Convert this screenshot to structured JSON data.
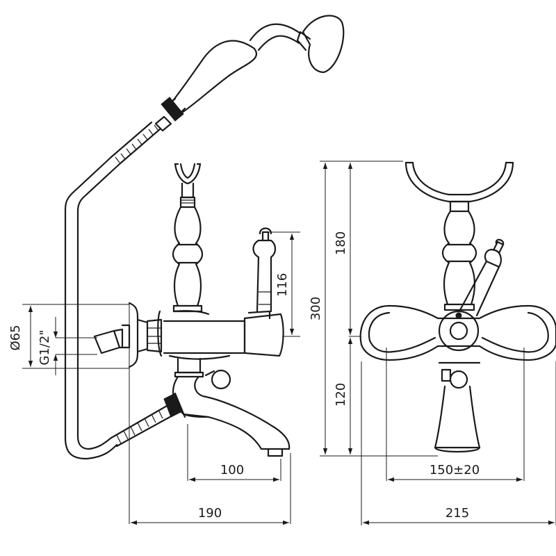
{
  "dimensions": {
    "shower_head_diameter": "Ø65",
    "inlet_thread": "G1/2\"",
    "lever_height": "116",
    "overall_height": "300",
    "upper_height": "180",
    "lower_height": "120",
    "spout_reach": "100",
    "side_depth": "190",
    "inlet_centres": "150±20",
    "front_width": "215"
  }
}
